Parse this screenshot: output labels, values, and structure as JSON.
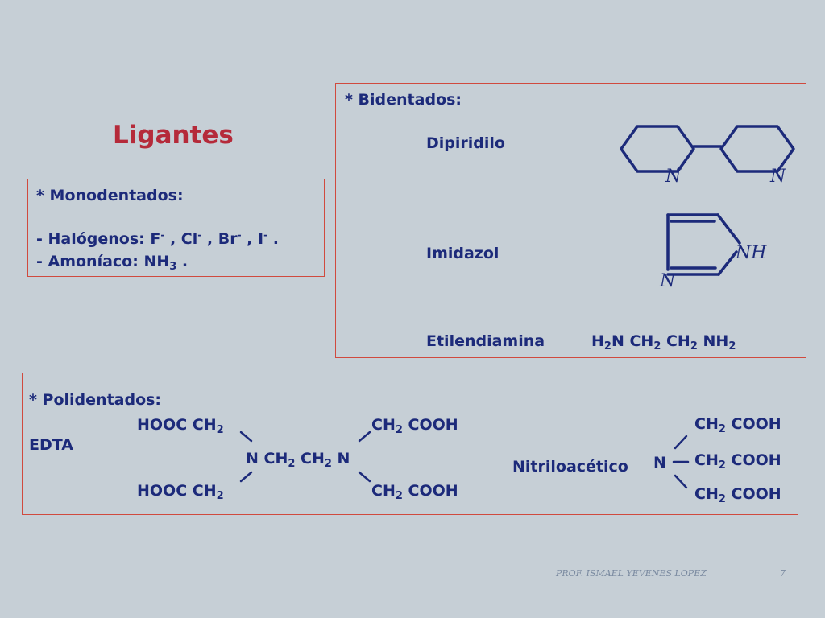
{
  "title": "Ligantes",
  "monodentados": {
    "heading": "* Monodentados:",
    "halogenos_prefix": "- Halógenos: F",
    "cl": ", Cl",
    "br": ", Br",
    "i": ", I",
    "end": ".",
    "minus": "-",
    "amoniaco_prefix": "- Amoníaco: NH",
    "amoniaco_sub": "3",
    "amoniaco_end": " ."
  },
  "bidentados": {
    "heading": "* Bidentados:",
    "dipiridilo": "Dipiridilo",
    "dipiridilo_n1": "N",
    "dipiridilo_n2": "N",
    "imidazol": "Imidazol",
    "imidazol_nh": "NH",
    "imidazol_n": "N",
    "etilendiamina": "Etilendiamina",
    "eda_formula": {
      "h": "H",
      "s2": "2",
      "n_ch": "N CH",
      "ch": " CH",
      "nh": " NH"
    }
  },
  "polidentados": {
    "heading": "* Polidentados:",
    "edta": "EDTA",
    "hooc_ch": "HOOC CH",
    "ch": "CH",
    "cooh": " COOH",
    "n": "N",
    "sub2": "2",
    "center": {
      "n1": "N  CH",
      "mid": "  CH",
      "n2": "  N"
    },
    "nitriloacetico": "Nitriloacético",
    "nta_n": "N"
  },
  "footer": {
    "author": "PROF. ISMAEL YEVENES LOPEZ",
    "page": "7"
  }
}
